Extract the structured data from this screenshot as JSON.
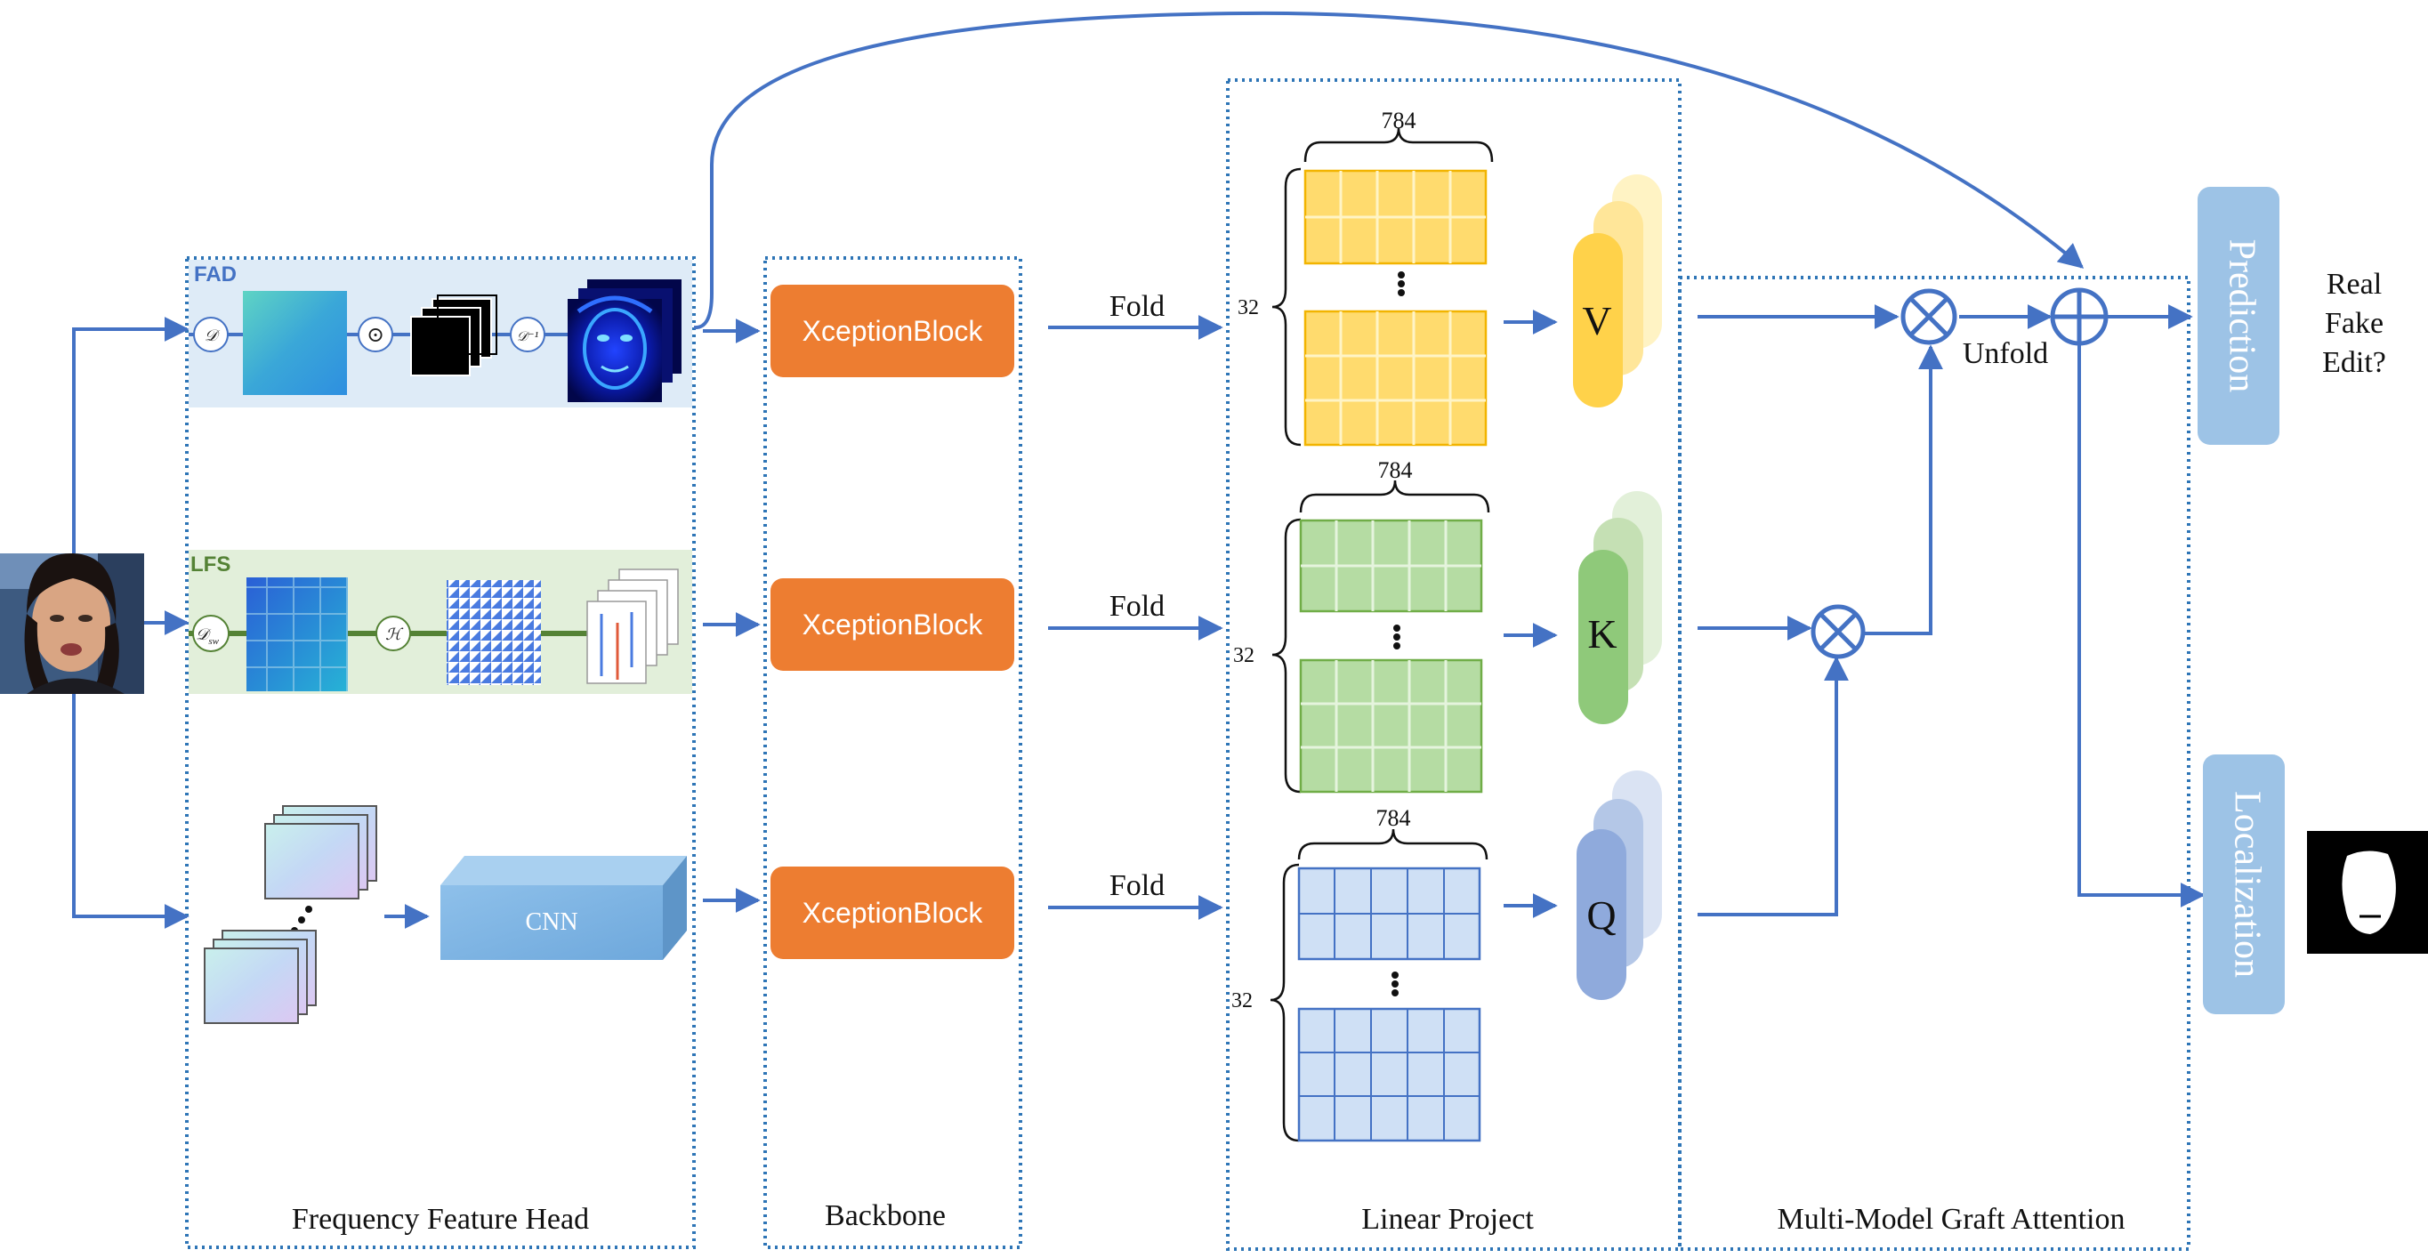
{
  "sections": {
    "frequency_feature_head": "Frequency Feature Head",
    "backbone": "Backbone",
    "linear_project": "Linear Project",
    "graft_attention": "Multi-Model Graft Attention"
  },
  "branches": {
    "fad": {
      "label": "FAD",
      "ops": {
        "dct": "𝒟",
        "mult": "⊙",
        "idct": "𝒟⁻¹"
      }
    },
    "lfs": {
      "label": "LFS",
      "ops": {
        "dct_sw": "𝒟",
        "dct_sw_sub": "sw",
        "entropy": "ℋ"
      }
    },
    "cnn": {
      "label": "CNN"
    }
  },
  "backbone_blocks": [
    "XceptionBlock",
    "XceptionBlock",
    "XceptionBlock"
  ],
  "fold_labels": [
    "Fold",
    "Fold",
    "Fold"
  ],
  "projections": [
    {
      "letter": "V",
      "width_label": "784",
      "height_label": "32"
    },
    {
      "letter": "K",
      "width_label": "784",
      "height_label": "32"
    },
    {
      "letter": "Q",
      "width_label": "784",
      "height_label": "32"
    }
  ],
  "attention": {
    "unfold_label": "Unfold"
  },
  "outputs": {
    "prediction": "Prediction",
    "localization": "Localization",
    "classes": [
      "Real",
      "Fake",
      "Edit?"
    ]
  },
  "colors": {
    "arrow": "#4472c4",
    "box_border": "#2e75b6",
    "xception": "#ed7d31",
    "fad_bg": "#deebf7",
    "lfs_bg": "#e2efda",
    "v": "#ffd966",
    "k": "#8fc97a",
    "q": "#8faadc",
    "output_box": "#9dc3e6",
    "cnn": "#7fb3e0"
  }
}
